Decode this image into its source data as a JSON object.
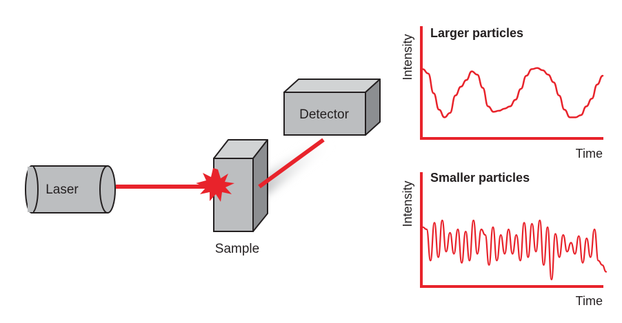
{
  "colors": {
    "beam": "#e8232b",
    "box_front": "#bcbec0",
    "box_top": "#d1d3d4",
    "box_side": "#8c8e91",
    "outline": "#231f20",
    "axis": "#e8232b",
    "trace": "#e8232b"
  },
  "components": {
    "laser": "Laser",
    "sample": "Sample",
    "detector": "Detector"
  },
  "icons": {
    "laser": "cylinder-icon",
    "sample": "box-icon",
    "detector": "box-icon",
    "scatter": "starburst-icon"
  },
  "chart_data": [
    {
      "type": "line",
      "title": "Larger particles",
      "xlabel": "Time",
      "ylabel": "Intensity",
      "grid": false,
      "series": [
        {
          "values": [
            0.62,
            0.58,
            0.4,
            0.25,
            0.18,
            0.22,
            0.38,
            0.46,
            0.52,
            0.6,
            0.57,
            0.45,
            0.28,
            0.23,
            0.24,
            0.26,
            0.28,
            0.34,
            0.44,
            0.56,
            0.62,
            0.63,
            0.61,
            0.57,
            0.5,
            0.38,
            0.25,
            0.18,
            0.18,
            0.2,
            0.28,
            0.35,
            0.48,
            0.56
          ]
        }
      ]
    },
    {
      "type": "line",
      "title": "Smaller particles",
      "xlabel": "Time",
      "ylabel": "Intensity",
      "grid": false,
      "series": [
        {
          "values": [
            0.52,
            0.5,
            0.22,
            0.56,
            0.25,
            0.58,
            0.3,
            0.47,
            0.28,
            0.5,
            0.2,
            0.48,
            0.22,
            0.58,
            0.28,
            0.5,
            0.45,
            0.18,
            0.52,
            0.22,
            0.45,
            0.28,
            0.5,
            0.28,
            0.45,
            0.22,
            0.56,
            0.25,
            0.55,
            0.3,
            0.58,
            0.18,
            0.52,
            0.05,
            0.46,
            0.25,
            0.45,
            0.3,
            0.38,
            0.28,
            0.44,
            0.2,
            0.42,
            0.25,
            0.5,
            0.22,
            0.18,
            0.12
          ]
        }
      ]
    }
  ]
}
